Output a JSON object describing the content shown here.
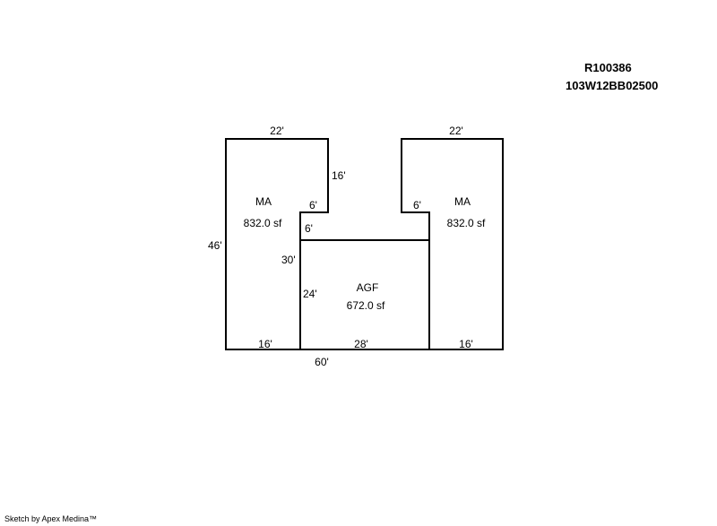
{
  "header": {
    "parcel_id": "R100386",
    "account_id": "103W12BB02500"
  },
  "sketch": {
    "areas": [
      {
        "name": "MA",
        "size": "832.0 sf"
      },
      {
        "name": "MA",
        "size": "832.0 sf"
      },
      {
        "name": "AGF",
        "size": "672.0 sf"
      }
    ],
    "dimensions": {
      "left_top": "22'",
      "right_top": "22'",
      "left_notch_height": "16'",
      "left_notch_width": "6'",
      "right_notch_width": "6'",
      "agf_top_offset": "6'",
      "left_height": "46'",
      "agf_left_height": "30'",
      "agf_inner_height": "24'",
      "left_bottom": "16'",
      "agf_bottom": "28'",
      "right_bottom": "16'",
      "total_width": "60'"
    }
  },
  "footer": {
    "credit": "Sketch by Apex Medina™"
  }
}
